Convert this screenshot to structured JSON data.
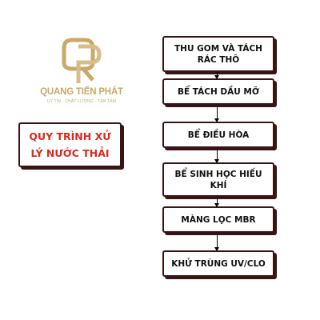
{
  "logo": {
    "brand_name": "QUANG TIẾN PHÁT",
    "slogan": "UY TÍN - CHẤT LƯỢNG - TẬN TÂM",
    "color": "#c9a86a"
  },
  "title": "QUY TRÌNH XỬ LÝ NƯỚC THẢI",
  "steps": [
    "THU GOM VÀ TÁCH RÁC THÔ",
    "BỂ TÁCH DẦU MỠ",
    "BỂ ĐIỀU HÒA",
    "BỂ SINH HỌC HIẾU KHÍ",
    "MÀNG LỌC MBR",
    "KHỬ TRÙNG UV/CLO"
  ],
  "colors": {
    "title_text": "#d62b1f",
    "box_border": "#3a1414",
    "step_text": "#111111"
  }
}
